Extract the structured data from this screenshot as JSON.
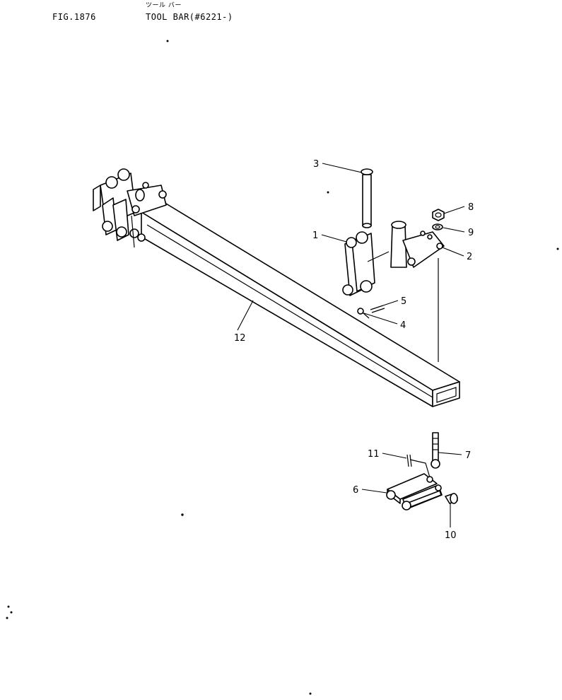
{
  "header": {
    "fig_number": "FIG.1876",
    "title_kana": "ツール バー",
    "title": "TOOL BAR(#6221-)"
  },
  "callouts": [
    "1",
    "2",
    "3",
    "4",
    "5",
    "6",
    "7",
    "8",
    "9",
    "10",
    "11",
    "12"
  ]
}
